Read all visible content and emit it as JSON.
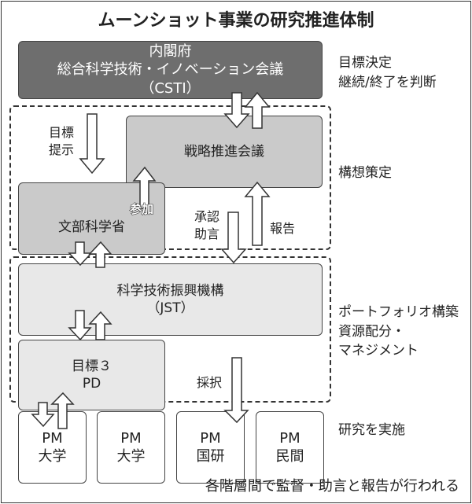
{
  "title": "ムーンショット事業の研究推進体制",
  "boxes": {
    "csti": {
      "line1": "内閣府",
      "line2": "総合科学技術・イノベーション会議",
      "line3": "（CSTI）"
    },
    "strategy": {
      "label": "戦略推進会議"
    },
    "mext": {
      "label": "文部科学省"
    },
    "jst": {
      "line1": "科学技術振興機構",
      "line2": "（JST）"
    },
    "pd": {
      "line1": "目標３",
      "line2": "PD"
    },
    "pms": [
      {
        "line1": "PM",
        "line2": "大学"
      },
      {
        "line1": "PM",
        "line2": "大学"
      },
      {
        "line1": "PM",
        "line2": "国研"
      },
      {
        "line1": "PM",
        "line2": "民間"
      }
    ]
  },
  "arrow_labels": {
    "goal_present_1": "目標",
    "goal_present_2": "提示",
    "participate": "参加",
    "approve_1": "承認",
    "approve_2": "助言",
    "report": "報告",
    "adopt": "採択"
  },
  "side_notes": {
    "csti_1": "目標決定",
    "csti_2": "継続/終了を判断",
    "strategy": "構想策定",
    "jst_1": "ポートフォリオ構築",
    "jst_2": "資源配分・",
    "jst_3": "マネジメント",
    "pm": "研究を実施"
  },
  "footer": "各階層間で監督・助言と報告が行われる"
}
